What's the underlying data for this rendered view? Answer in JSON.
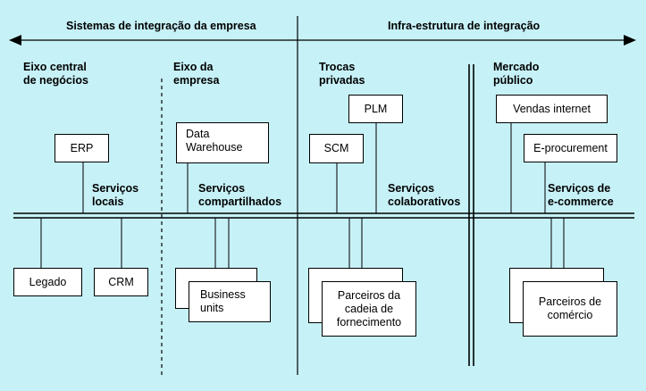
{
  "header": {
    "left": "Sistemas de integração da empresa",
    "right": "Infra-estrutura de integração"
  },
  "columns": {
    "col1": "Eixo central\nde negócios",
    "col2": "Eixo da\nempresa",
    "col3": "Trocas\nprivadas",
    "col4": "Mercado\npúblico"
  },
  "services": {
    "s1": "Serviços\nlocais",
    "s2": "Serviços\ncompartilhados",
    "s3": "Serviços\ncolaborativos",
    "s4": "Serviços de\ne-commerce"
  },
  "boxes": {
    "erp": "ERP",
    "data_warehouse": "Data\nWarehouse",
    "scm": "SCM",
    "plm": "PLM",
    "vendas": "Vendas internet",
    "eproc": "E-procurement",
    "legado": "Legado",
    "crm": "CRM",
    "business": "Business\nunits",
    "parceiros_cadeia": "Parceiros da\ncadeia de\nfornecimento",
    "parceiros_comercio": "Parceiros de\ncomércio"
  }
}
